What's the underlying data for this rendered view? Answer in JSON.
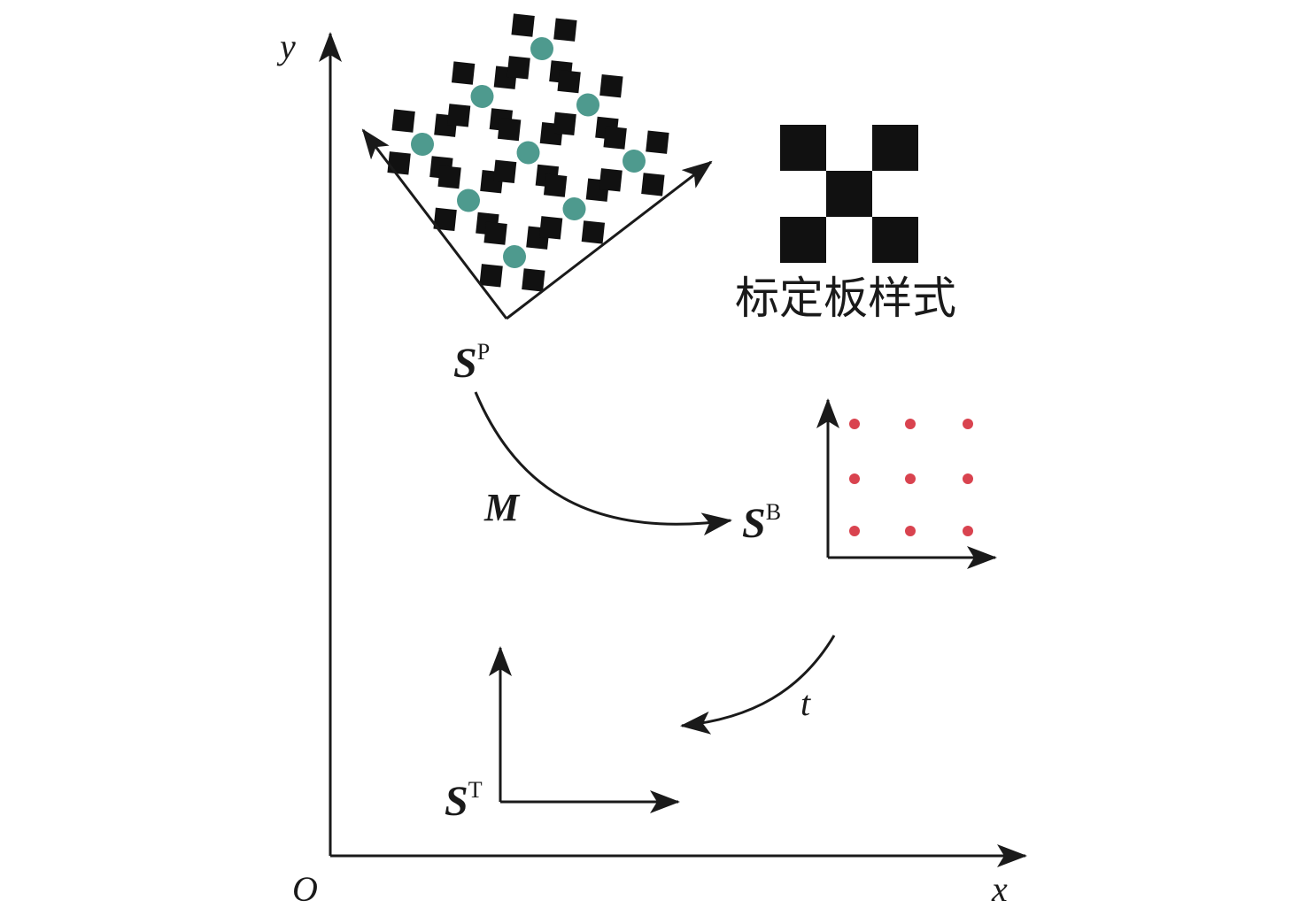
{
  "axes": {
    "y_label": "y",
    "x_label": "x",
    "origin_label": "O"
  },
  "frames": {
    "pattern_frame": {
      "symbol": "S",
      "superscript": "P"
    },
    "board_frame": {
      "symbol": "S",
      "superscript": "B"
    },
    "target_frame": {
      "symbol": "S",
      "superscript": "T"
    }
  },
  "transforms": {
    "matrix_label": "M",
    "translation_label": "t"
  },
  "legend": {
    "caption": "标定板样式"
  },
  "colors": {
    "ink": "#1a1a1a",
    "marker": "#4e9a8e",
    "point": "#d9434f"
  },
  "board": {
    "rows": 3,
    "cols": 3
  },
  "points_grid": {
    "rows": 3,
    "cols": 3
  }
}
